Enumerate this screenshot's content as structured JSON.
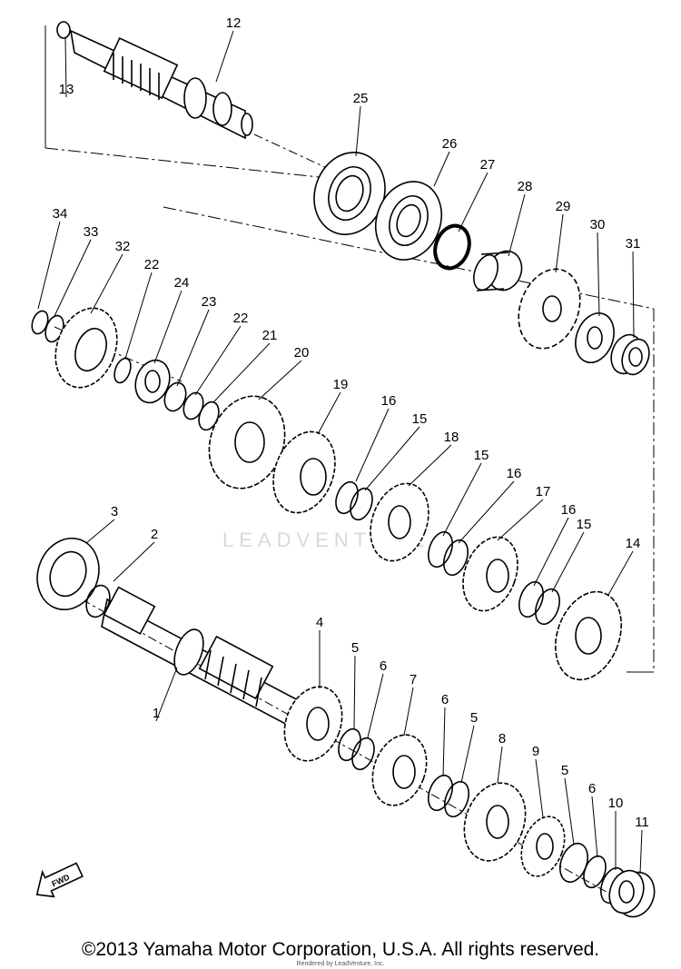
{
  "diagram": {
    "parts": [
      "1",
      "2",
      "3",
      "4",
      "5",
      "6",
      "7",
      "8",
      "9",
      "10",
      "11",
      "12",
      "13",
      "14",
      "15",
      "16",
      "17",
      "18",
      "19",
      "20",
      "21",
      "22",
      "23",
      "24",
      "25",
      "26",
      "27",
      "28",
      "29",
      "30",
      "31",
      "32",
      "33",
      "34"
    ],
    "callouts": [
      {
        "label": "12"
      },
      {
        "label": "13"
      },
      {
        "label": "25"
      },
      {
        "label": "26"
      },
      {
        "label": "27"
      },
      {
        "label": "28"
      },
      {
        "label": "29"
      },
      {
        "label": "30"
      },
      {
        "label": "31"
      },
      {
        "label": "34"
      },
      {
        "label": "33"
      },
      {
        "label": "32"
      },
      {
        "label": "22"
      },
      {
        "label": "24"
      },
      {
        "label": "23"
      },
      {
        "label": "22"
      },
      {
        "label": "21"
      },
      {
        "label": "20"
      },
      {
        "label": "19"
      },
      {
        "label": "16"
      },
      {
        "label": "15"
      },
      {
        "label": "18"
      },
      {
        "label": "15"
      },
      {
        "label": "16"
      },
      {
        "label": "17"
      },
      {
        "label": "16"
      },
      {
        "label": "15"
      },
      {
        "label": "14"
      },
      {
        "label": "3"
      },
      {
        "label": "2"
      },
      {
        "label": "1"
      },
      {
        "label": "4"
      },
      {
        "label": "5"
      },
      {
        "label": "6"
      },
      {
        "label": "7"
      },
      {
        "label": "6"
      },
      {
        "label": "5"
      },
      {
        "label": "8"
      },
      {
        "label": "9"
      },
      {
        "label": "5"
      },
      {
        "label": "6"
      },
      {
        "label": "10"
      },
      {
        "label": "11"
      }
    ]
  },
  "watermark": "LEADVENTURE",
  "fwd_label": "FWD",
  "copyright": "©2013 Yamaha Motor Corporation, U.S.A. All rights reserved.",
  "rendered_by": "Rendered by LeadVenture, Inc."
}
